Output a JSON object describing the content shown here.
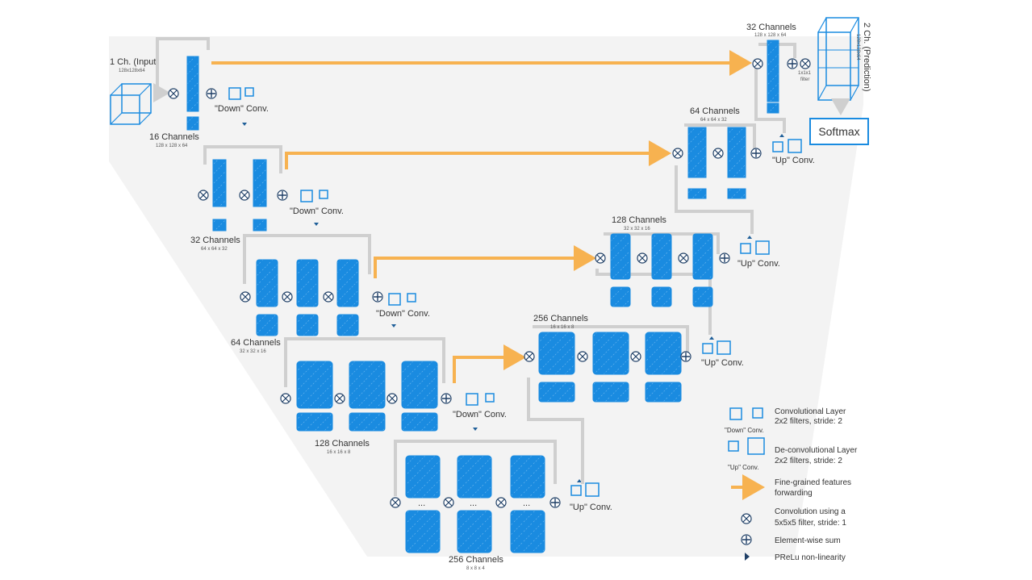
{
  "stages": {
    "input": {
      "name": "1 Ch. (Input)",
      "dims": "128x128x64"
    },
    "enc1": {
      "name": "16 Channels",
      "dims": "128 x 128 x 64"
    },
    "enc2": {
      "name": "32 Channels",
      "dims": "64 x 64 x 32"
    },
    "enc3": {
      "name": "64 Channels",
      "dims": "32 x 32 x 16"
    },
    "enc4": {
      "name": "128 Channels",
      "dims": "16 x 16 x 8"
    },
    "bottom": {
      "name": "256 Channels",
      "dims": "8 x 8 x 4"
    },
    "dec4": {
      "name": "256 Channels",
      "dims": "16 x 16 x 8"
    },
    "dec3": {
      "name": "128 Channels",
      "dims": "32 x 32 x 16"
    },
    "dec2": {
      "name": "64 Channels",
      "dims": "64 x 64 x 32"
    },
    "dec1": {
      "name": "32 Channels",
      "dims": "128 x 128 x 64"
    },
    "output": {
      "name": "2 Ch. (Prediction)",
      "dims": "128x128x64"
    }
  },
  "ops": {
    "down_conv": "\"Down\" Conv.",
    "up_conv": "\"Up\" Conv.",
    "final_filter": "1x1x1",
    "final_filter_sub": "filter",
    "softmax": "Softmax",
    "ellipsis": "..."
  },
  "legend": {
    "conv_layer_title": "Convolutional Layer",
    "conv_layer_desc": "2x2 filters, stride: 2",
    "conv_layer_icon_label": "\"Down\" Conv.",
    "deconv_layer_title": "De-convolutional Layer",
    "deconv_layer_desc": "2x2 filters, stride: 2",
    "deconv_layer_icon_label": "\"Up\" Conv.",
    "forward_title": "Fine-grained features",
    "forward_desc": "forwarding",
    "conv5_title": "Convolution using a",
    "conv5_desc": "5x5x5 filter, stride: 1",
    "sum": "Element-wise sum",
    "prelu": "PReLu non-linearity"
  },
  "colors": {
    "block_blue": "#1a8be0",
    "forward_orange": "#f7b250",
    "band_gray": "#f1f1f1",
    "connector_gray": "#cfcfcf"
  }
}
